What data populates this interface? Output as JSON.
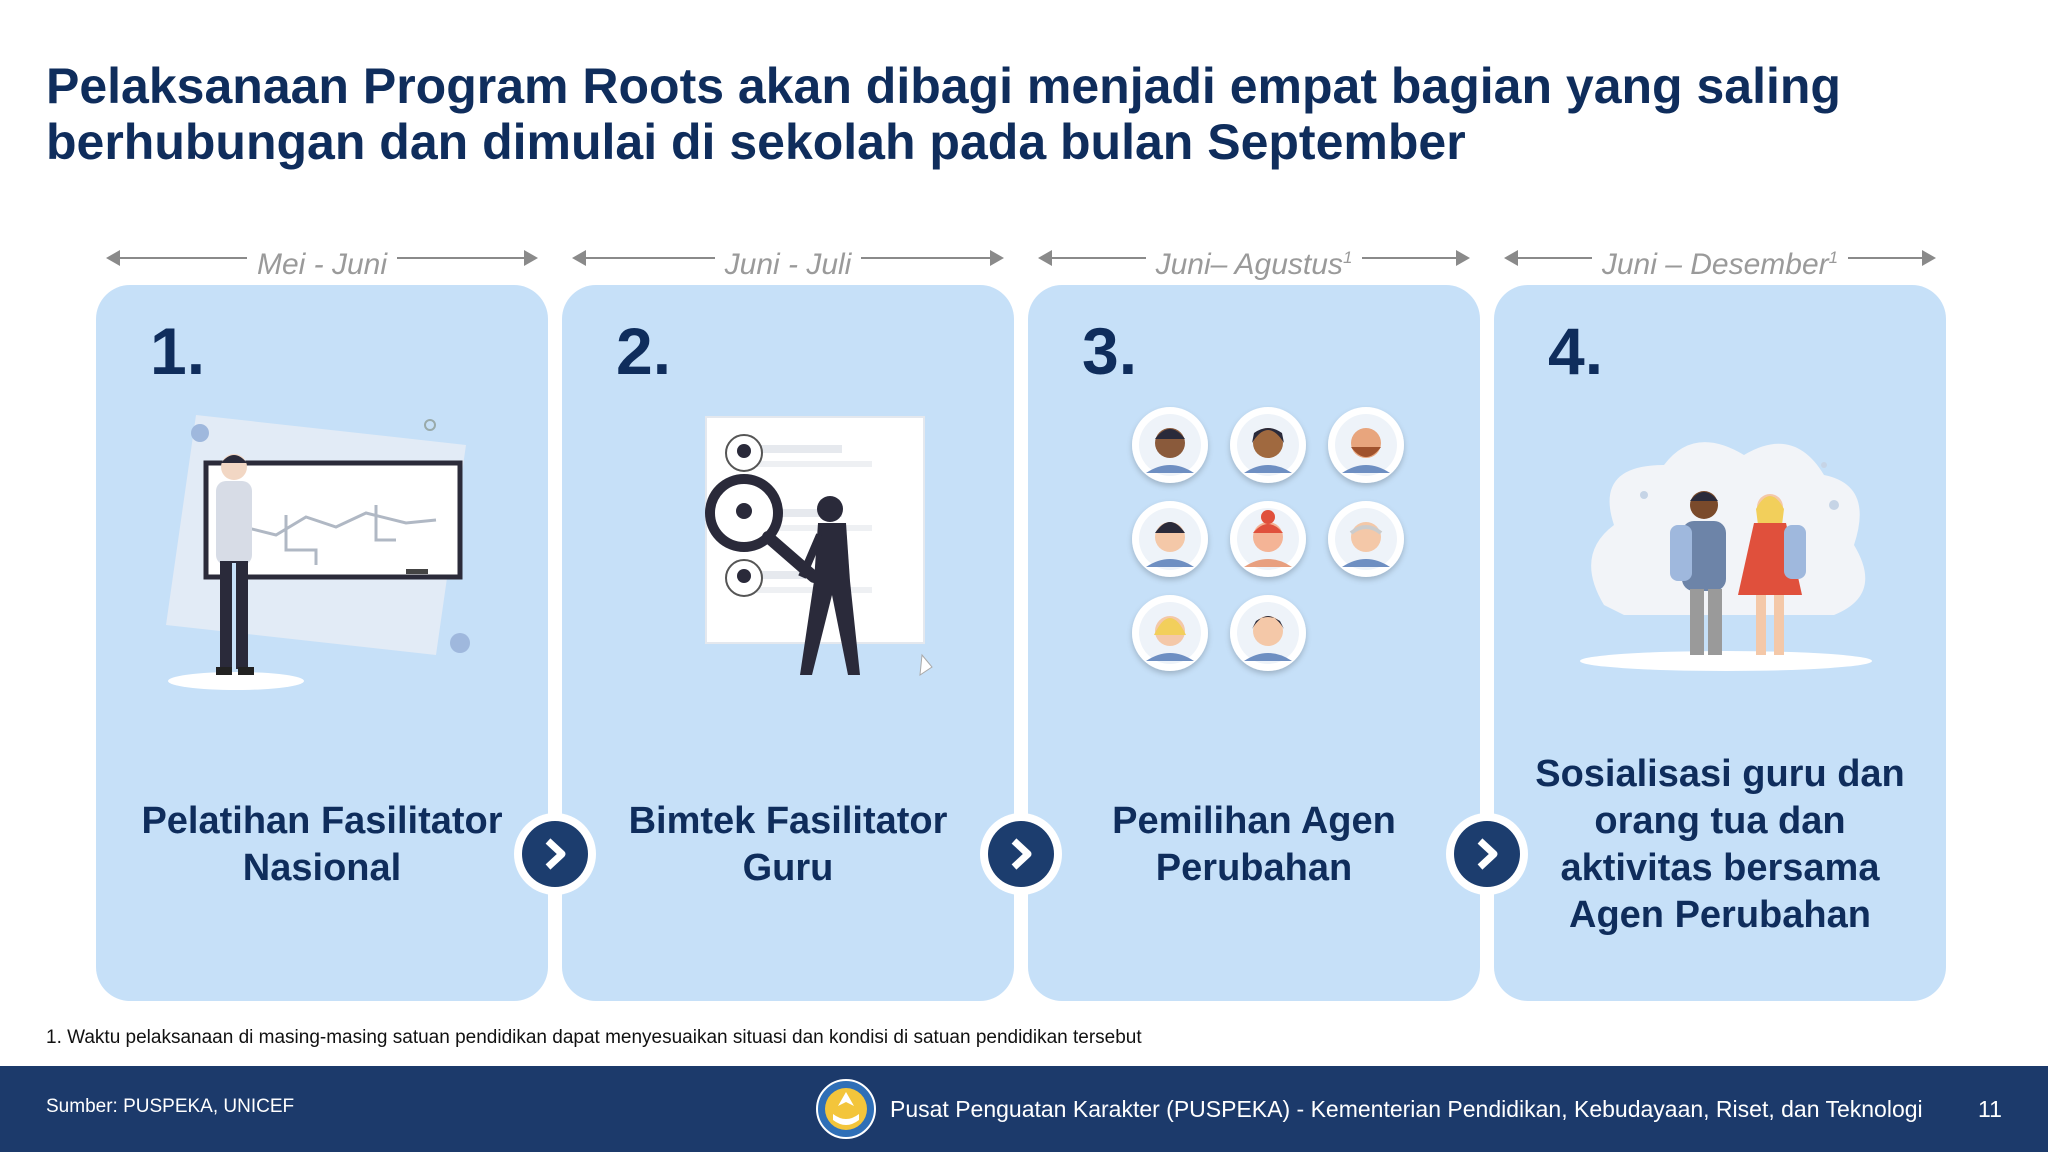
{
  "title": "Pelaksanaan Program Roots akan dibagi menjadi empat bagian yang saling berhubungan dan dimulai di sekolah pada bulan September",
  "steps": [
    {
      "period": "Mei - Juni",
      "period_sup": "",
      "number": "1.",
      "label": "Pelatihan Fasilitator Nasional",
      "icon": "teacher-whiteboard-icon"
    },
    {
      "period": "Juni - Juli",
      "period_sup": "",
      "number": "2.",
      "label": "Bimtek Fasilitator Guru",
      "icon": "magnifier-search-icon"
    },
    {
      "period": "Juni– Agustus",
      "period_sup": "1",
      "number": "3.",
      "label": "Pemilihan Agen Perubahan",
      "icon": "people-avatars-icon"
    },
    {
      "period": "Juni – Desember",
      "period_sup": "1",
      "number": "4.",
      "label": "Sosialisasi guru dan orang tua dan aktivitas bersama Agen Perubahan",
      "icon": "children-together-icon"
    }
  ],
  "footnote": "1. Waktu pelaksanaan di masing-masing satuan pendidikan dapat menyesuaikan situasi dan kondisi di satuan pendidikan tersebut",
  "footer": {
    "source": "Sumber: PUSPEKA, UNICEF",
    "organization": "Pusat Penguatan Karakter (PUSPEKA) - Kementerian Pendidikan, Kebudayaan, Riset, dan Teknologi",
    "page_number": "11"
  },
  "colors": {
    "navy": "#0f2d5c",
    "card": "#c6e0f8",
    "footer": "#1c3a6b",
    "chevron": "#1c3d6e"
  }
}
